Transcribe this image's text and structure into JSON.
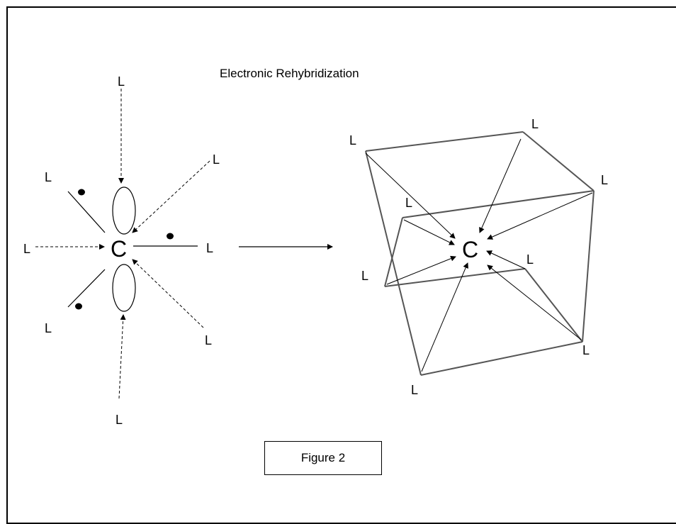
{
  "diagram": {
    "title": "Electronic Rehybridization",
    "figure_caption": "Figure 2",
    "center_atom": "C",
    "ligand_label": "L"
  }
}
